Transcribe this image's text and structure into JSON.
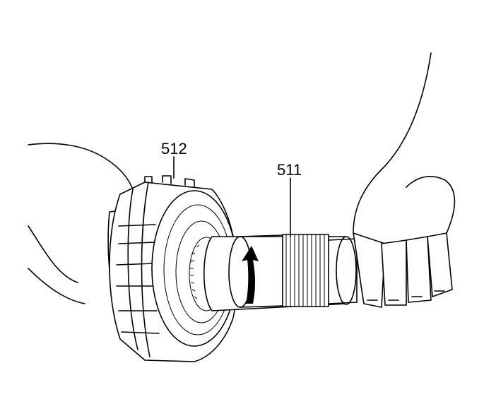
{
  "diagram": {
    "callouts": [
      {
        "id": "512",
        "text": "512"
      },
      {
        "id": "511",
        "text": "511"
      }
    ],
    "components": {
      "drum": "clutch-drum-assembly",
      "shaft": "input-shaft",
      "rotation_arrow": "rotation-direction-arrow"
    },
    "colors": {
      "line": "#000000",
      "background": "#ffffff"
    }
  }
}
